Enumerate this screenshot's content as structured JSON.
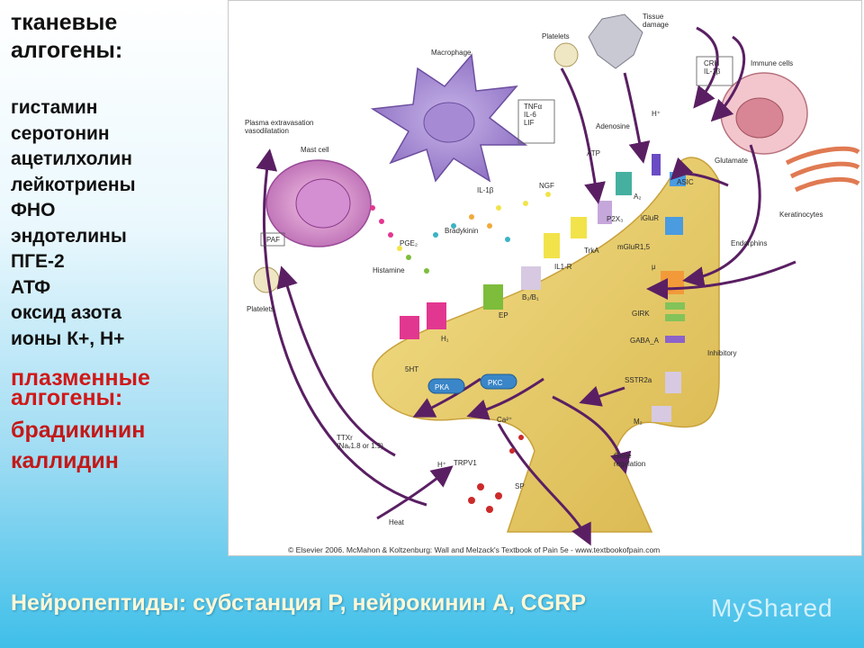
{
  "left_panel": {
    "tissue_heading": "тканевые алгогены:",
    "tissue_items": [
      "гистамин",
      "серотонин",
      "ацетилхолин",
      "лейкотриены",
      "ФНО",
      "эндотелины",
      "ПГЕ-2",
      "АТФ",
      "оксид азота",
      "ионы К+, Н+"
    ],
    "plasma_heading": "плазменные алгогены:",
    "plasma_items": [
      "брадикинин",
      "каллидин"
    ]
  },
  "bottom_line": "Нейропептиды: субстанция Р, нейрокинин А, CGRP",
  "watermark": "MyShared",
  "figure": {
    "labels": {
      "platelets_top": "Platelets",
      "tissue_damage": "Tissue\ndamage",
      "macrophage": "Macrophage",
      "cytokines": "TNFα\nIL-6\nLIF",
      "crh": "CRH\nIL-1β",
      "immune_cells": "Immune cells",
      "plasma": "Plasma extravasation\nvasodilatation",
      "mast_cell": "Mast cell",
      "il1b": "IL-1β",
      "ngf": "NGF",
      "atp": "ATP",
      "adenosine": "Adenosine",
      "h_top": "H⁺",
      "glutamate": "Glutamate",
      "asic": "ASIC",
      "a2": "A₂",
      "p2x3": "P2X₃",
      "iglur": "iGluR",
      "keratinocytes": "Keratinocytes",
      "bradykinin": "Bradykinin",
      "paf": "PAF",
      "pge2": "PGE₂",
      "trka": "TrkA",
      "il1r": "IL1-R",
      "b2b1": "B₂/B₁",
      "mglur": "mGluR1,5",
      "endorphins": "Endorphins",
      "mu": "μ",
      "histamine": "Histamine",
      "ep": "EP",
      "platelets_left": "Platelets",
      "h1": "H₁",
      "girk": "GIRK",
      "gabaa": "GABA_A",
      "inhibitory": "Inhibitory",
      "ht5": "5HT",
      "pka": "PKA",
      "pkc": "PKC",
      "sstr2a": "SSTR2a",
      "m2": "M₂",
      "ttxr": "TTXr\n(Naᵥ1.8 or 1.9)",
      "ca2": "Ca²⁺",
      "gene_regulation": "Gene\nregulation",
      "trpv1": "TRPV1",
      "h_bottom": "H⁺",
      "sp": "SP",
      "heat": "Heat"
    },
    "copyright": "© Elsevier 2006. McMahon & Koltzenburg: Wall and Melzack's Textbook of Pain 5e - www.textbookofpain.com"
  },
  "colors": {
    "neuron": "#e9cf6b",
    "arrow": "#5a1f63",
    "heading_red": "#d01818",
    "bottom_text": "#fff7d6"
  }
}
